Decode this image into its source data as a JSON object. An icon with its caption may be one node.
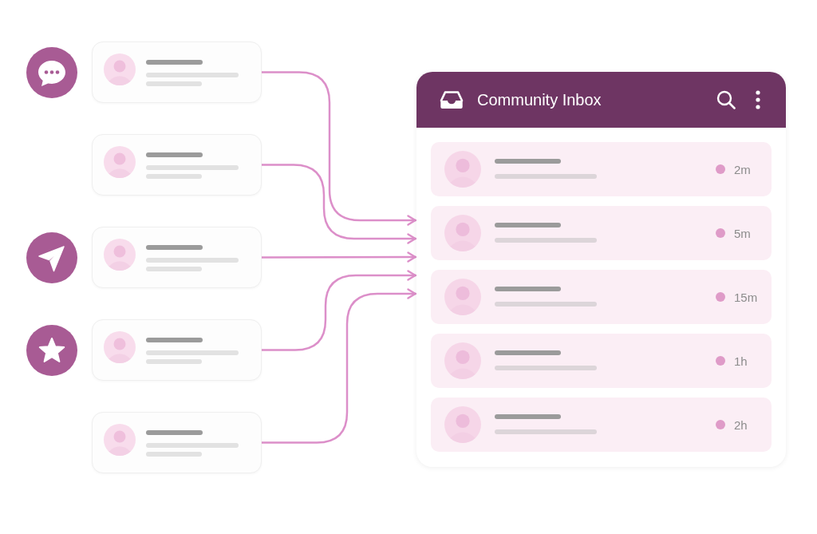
{
  "diagram": {
    "nodes": [
      {
        "text": [],
        "shape": "box"
      },
      {
        "text": [],
        "shape": "box"
      },
      {
        "text": [],
        "shape": "box"
      },
      {
        "text": [],
        "shape": "box"
      },
      {
        "text": [],
        "shape": "box"
      },
      {
        "text": [
          "Community Inbox"
        ]
      },
      {
        "text": [
          "2m"
        ],
        "in": 5
      },
      {
        "text": [
          "5m"
        ],
        "in": 5
      },
      {
        "text": [
          "15m"
        ],
        "in": 5
      },
      {
        "text": [
          "1h"
        ],
        "in": 5
      },
      {
        "text": [
          "2h"
        ],
        "in": 5
      }
    ],
    "edges": [
      {
        "from": 0,
        "to": 5,
        "arrow": "to"
      },
      {
        "from": 1,
        "to": 5,
        "arrow": "to"
      },
      {
        "from": 2,
        "to": 5,
        "arrow": "to"
      },
      {
        "from": 3,
        "to": 5,
        "arrow": "to"
      },
      {
        "from": 4,
        "to": 5,
        "arrow": "to"
      }
    ]
  }
}
